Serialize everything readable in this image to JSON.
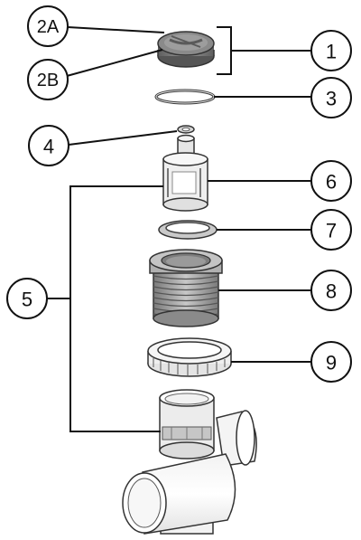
{
  "callouts": {
    "c2a": "2A",
    "c2b": "2B",
    "c1": "1",
    "c3": "3",
    "c4": "4",
    "c5": "5",
    "c6": "6",
    "c7": "7",
    "c8": "8",
    "c9": "9"
  },
  "colors": {
    "line": "#111111",
    "part_dark": "#6f6f6f",
    "part_mid": "#a9a9a9",
    "part_light": "#d9d9d9",
    "outline": "#3a3a3a"
  },
  "icons": [
    "cap-part",
    "o-ring",
    "washer",
    "stem",
    "gasket",
    "threaded-body",
    "retaining-nut",
    "tee-housing"
  ]
}
